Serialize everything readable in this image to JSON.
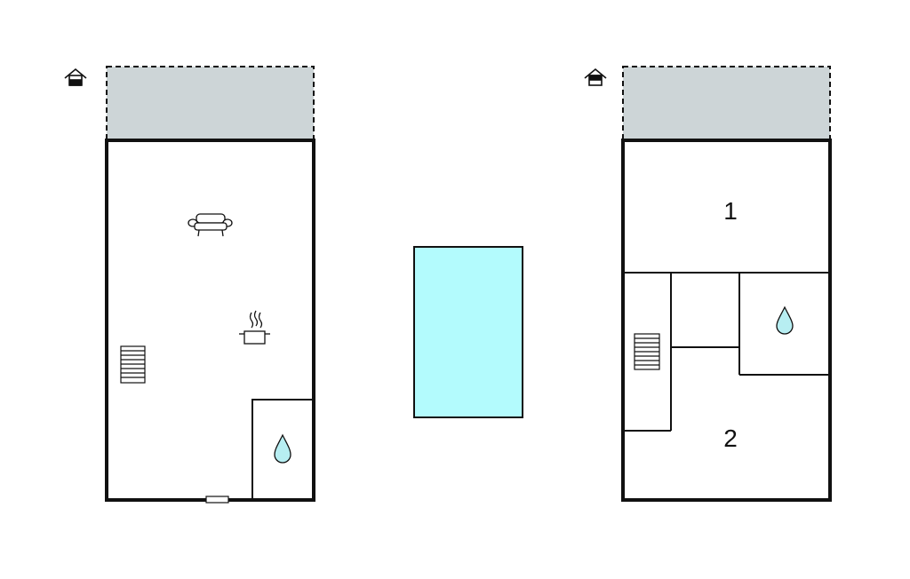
{
  "floors": [
    {
      "id": "ground",
      "level_icon": "house-ground-floor-icon",
      "icons": [
        "sofa-icon",
        "cooking-pot-icon",
        "stairs-icon",
        "bathroom-drop-icon"
      ]
    },
    {
      "id": "upper",
      "level_icon": "house-upper-floor-icon",
      "rooms": [
        {
          "id": "bedroom-1",
          "label": "1"
        },
        {
          "id": "bedroom-2",
          "label": "2"
        }
      ],
      "icons": [
        "stairs-icon",
        "bathroom-drop-icon"
      ]
    }
  ],
  "pool": {
    "icon": "pool"
  },
  "colors": {
    "wall": "#111111",
    "terrace": "#cdd5d7",
    "pool": "#b3fbfd",
    "water_drop": "#b7eef2"
  }
}
